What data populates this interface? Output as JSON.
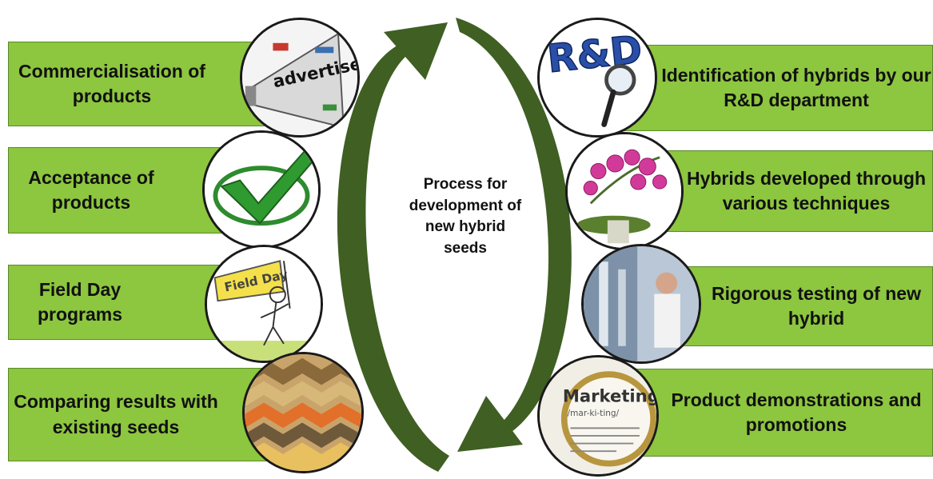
{
  "center": {
    "lines": [
      "Process for",
      "development of",
      "new hybrid",
      "seeds"
    ]
  },
  "left_steps": [
    {
      "lines": [
        "Commercialisation of",
        "products"
      ],
      "icon": "megaphone-advertise-icon"
    },
    {
      "lines": [
        "Acceptance of",
        "products"
      ],
      "icon": "checkmark-icon"
    },
    {
      "lines": [
        "Field Day programs"
      ],
      "icon": "field-day-flag-icon"
    },
    {
      "lines": [
        "Comparing results with",
        "existing seeds"
      ],
      "icon": "seeds-pattern-icon"
    }
  ],
  "right_steps": [
    {
      "lines": [
        "Identification of hybrids by our",
        "R&D department"
      ],
      "icon": "rd-magnifier-icon"
    },
    {
      "lines": [
        "Hybrids developed through",
        "various techniques"
      ],
      "icon": "orchid-icon"
    },
    {
      "lines": [
        "Rigorous testing of new",
        "hybrid"
      ],
      "icon": "laboratory-icon"
    },
    {
      "lines": [
        "Product demonstrations and",
        "promotions"
      ],
      "icon": "marketing-magnifier-icon"
    }
  ],
  "image_text": {
    "advertise": "advertise!",
    "field_day": "Field Day",
    "rd": "R&D",
    "marketing": "Marketing",
    "marketing_phonetic": "/mar-ki-ting/"
  },
  "colors": {
    "box_fill": "#8dc63f",
    "arrow": "#3f5f23",
    "outline": "#1a1a1a"
  }
}
